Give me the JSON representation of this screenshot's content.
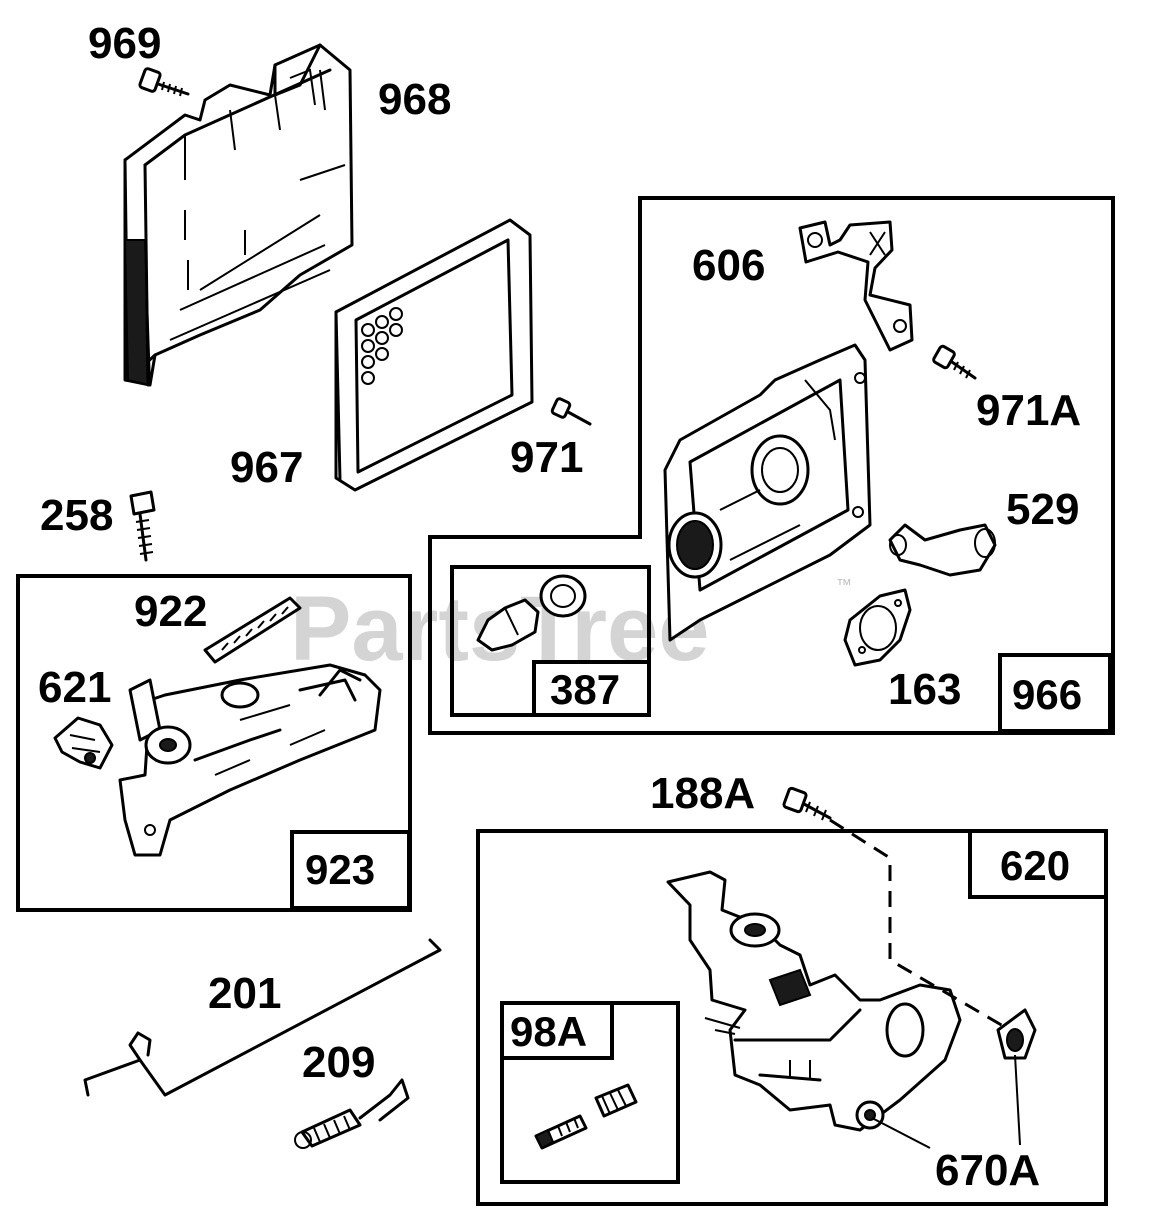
{
  "watermark": "PartsTree",
  "trademark": "™",
  "callouts": {
    "c969": "969",
    "c968": "968",
    "c967": "967",
    "c971": "971",
    "c606": "606",
    "c971a": "971A",
    "c529": "529",
    "c163": "163",
    "c258": "258",
    "c922": "922",
    "c621": "621",
    "c188a": "188A",
    "c201": "201",
    "c209": "209",
    "c670a": "670A"
  },
  "kits": {
    "k966": "966",
    "k387": "387",
    "k923": "923",
    "k620": "620",
    "k98a": "98A"
  }
}
